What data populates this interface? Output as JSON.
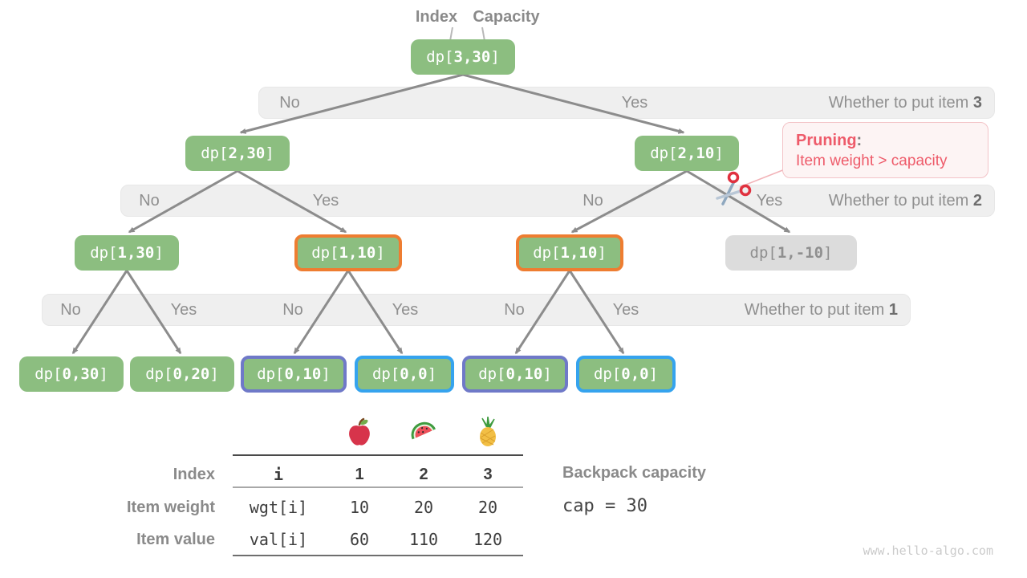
{
  "pointer_labels": {
    "index": "Index",
    "capacity": "Capacity"
  },
  "tree": {
    "nodes": [
      {
        "prefix": "dp[",
        "nums": "3,30",
        "suffix": "]",
        "variant": "green"
      },
      {
        "prefix": "dp[",
        "nums": "2,30",
        "suffix": "]",
        "variant": "green"
      },
      {
        "prefix": "dp[",
        "nums": "2,10",
        "suffix": "]",
        "variant": "green"
      },
      {
        "prefix": "dp[",
        "nums": "1,30",
        "suffix": "]",
        "variant": "green"
      },
      {
        "prefix": "dp[",
        "nums": "1,10",
        "suffix": "]",
        "variant": "orange"
      },
      {
        "prefix": "dp[",
        "nums": "1,10",
        "suffix": "]",
        "variant": "orange"
      },
      {
        "prefix": "dp[",
        "nums": "1,-10",
        "suffix": "]",
        "variant": "gray"
      },
      {
        "prefix": "dp[",
        "nums": "0,30",
        "suffix": "]",
        "variant": "green"
      },
      {
        "prefix": "dp[",
        "nums": "0,20",
        "suffix": "]",
        "variant": "green"
      },
      {
        "prefix": "dp[",
        "nums": "0,10",
        "suffix": "]",
        "variant": "purple"
      },
      {
        "prefix": "dp[",
        "nums": "0,0",
        "suffix": "]",
        "variant": "blue"
      },
      {
        "prefix": "dp[",
        "nums": "0,10",
        "suffix": "]",
        "variant": "purple"
      },
      {
        "prefix": "dp[",
        "nums": "0,0",
        "suffix": "]",
        "variant": "blue"
      }
    ]
  },
  "bands": [
    {
      "labels": [
        "No",
        "Yes"
      ],
      "question": "Whether to put item ",
      "item": "3"
    },
    {
      "labels": [
        "No",
        "Yes",
        "No",
        "Yes"
      ],
      "question": "Whether to put item ",
      "item": "2"
    },
    {
      "labels": [
        "No",
        "Yes",
        "No",
        "Yes",
        "No",
        "Yes"
      ],
      "question": "Whether to put item ",
      "item": "1"
    }
  ],
  "pruning": {
    "title": "Pruning",
    "colon": ":",
    "line2": "Item weight > capacity"
  },
  "icons": {
    "scissors": "scissors-icon",
    "fruits": [
      "apple-icon",
      "watermelon-icon",
      "pineapple-icon"
    ]
  },
  "table": {
    "header_label": "Index",
    "header_cells": [
      "i",
      "1",
      "2",
      "3"
    ],
    "rows": [
      {
        "label": "Item weight",
        "cells": [
          "wgt[i]",
          "10",
          "20",
          "20"
        ]
      },
      {
        "label": "Item value",
        "cells": [
          "val[i]",
          "60",
          "110",
          "120"
        ]
      }
    ]
  },
  "backpack": {
    "label": "Backpack capacity",
    "value": "cap = 30"
  },
  "watermark": "www.hello-algo.com",
  "colors": {
    "node_green": "#8cbe80",
    "node_gray_bg": "#dcdcdc",
    "orange": "#ee7d31",
    "purple": "#6f79c8",
    "blue": "#35a3ee",
    "red": "#ee5b6a",
    "pink_border": "#f3c3c7",
    "pink_bg": "#fdf4f4",
    "arrow": "#8c8c8c",
    "band_bg": "#efefef"
  }
}
